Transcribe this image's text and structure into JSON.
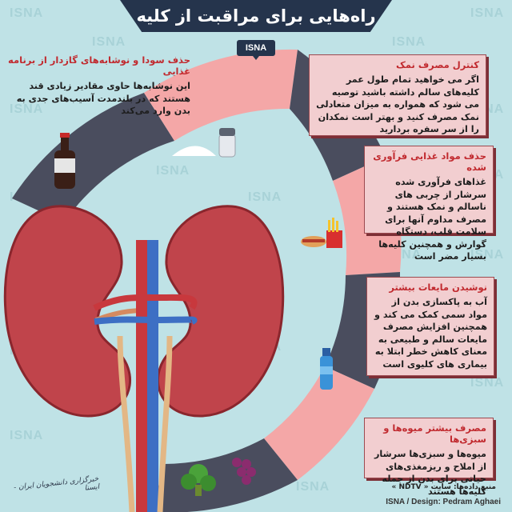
{
  "watermark": "ISNA",
  "title": "راه‌هایی برای مراقبت از کلیه",
  "brand_tag": "ISNA",
  "tips": [
    {
      "title": "کنترل مصرف نمک",
      "body": "اگر می خواهید تمام طول عمر کلیه‌های سالم داشته باشید توصیه می شود که همواره به میزان متعادلی نمک مصرف کنید و بهتر است نمکدان را از سر سفره بردارید",
      "icon": "salt-icon"
    },
    {
      "title": "حذف مواد غذایی فرآوری شده",
      "body": "غذاهای فرآوری شده سرشار از چربی های ناسالم و نمک هستند و مصرف مداوم آنها برای سلامت قلب، دستگاه گوارش و همچنین کلیه‌ها بسیار مضر است",
      "icon": "fast-food-icon"
    },
    {
      "title": "نوشیدن مایعات بیشتر",
      "body": "آب به پاکسازی بدن از مواد سمی کمک می کند و همچنین افزایش مصرف مایعات سالم و طبیعی به معنای کاهش خطر ابتلا به بیماری های کلیوی است",
      "icon": "water-bottle-icon"
    },
    {
      "title": "مصرف بیشتر میوه‌ها و سبزی‌ها",
      "body": "میوه‌ها و سبزی‌ها سرشار از املاح و ریزمغذی‌های حیاتی برای بدن از جمله کلیه‌ها هستند",
      "icon": "vegetables-icon"
    },
    {
      "title": "حذف سودا و نوشابه‌های گازدار از برنامه غذایی",
      "body": "این نوشابه‌ها حاوی مقادیر زیادی قند هستند که در بلندمدت آسیب‌های جدی به بدن وارد می‌کند",
      "icon": "soda-bottle-icon"
    }
  ],
  "source": "منبع داده‌ها: سایت « NDTV »",
  "credit": "ISNA / Design: Pedram Aghaei",
  "signature": "خبرگزاری دانشجویان ایران - ایسنا",
  "colors": {
    "background": "#bfe2e6",
    "ring_dark": "#4a4d5e",
    "ring_light": "#f4a7a7",
    "navy": "#25344c",
    "kidney": "#c0444b",
    "title_red": "#c12a2f"
  }
}
